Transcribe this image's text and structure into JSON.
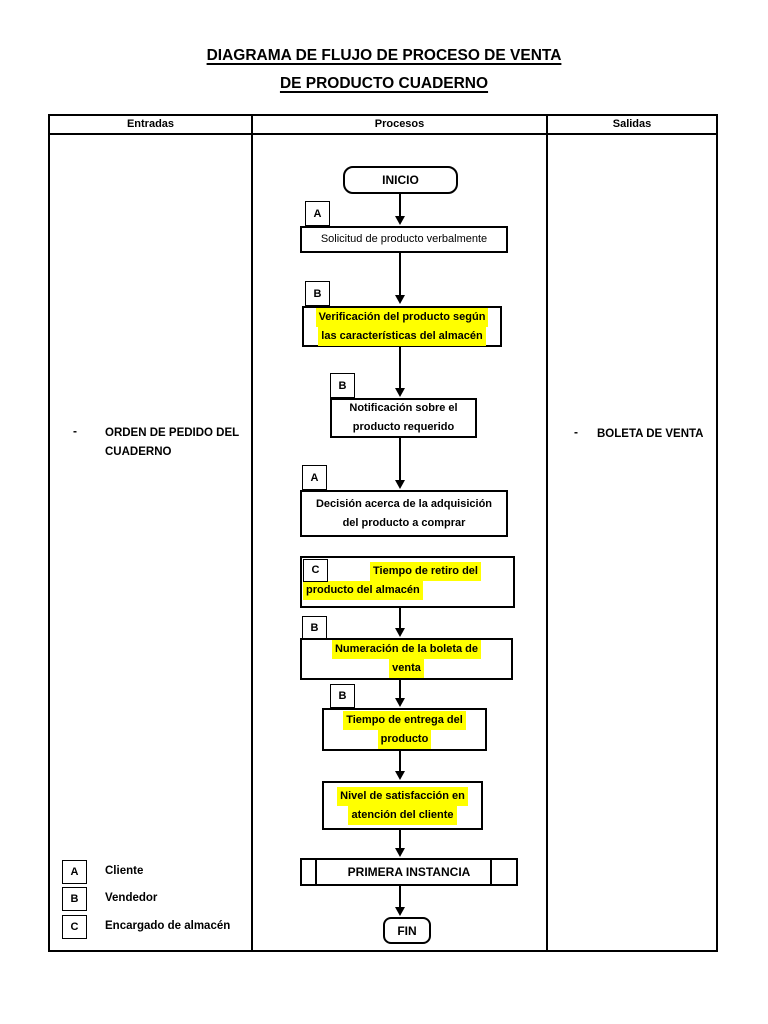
{
  "title": {
    "line1": "DIAGRAMA DE FLUJO DE PROCESO DE VENTA",
    "line2": "DE PRODUCTO CUADERNO"
  },
  "table": {
    "headers": [
      "Entradas",
      "Procesos",
      "Salidas"
    ]
  },
  "entradas": {
    "bullet": "-",
    "line1": "ORDEN DE PEDIDO DEL",
    "line2": "CUADERNO"
  },
  "salidas": {
    "bullet": "-",
    "text": "BOLETA DE VENTA"
  },
  "legend": [
    {
      "letter": "A",
      "label": "Cliente"
    },
    {
      "letter": "B",
      "label": "Vendedor"
    },
    {
      "letter": "C",
      "label": "Encargado de almacén"
    }
  ],
  "flow": {
    "start": "INICIO",
    "end": "FIN",
    "steps": [
      {
        "tag": "A",
        "highlight": false,
        "lines": [
          "Solicitud de producto verbalmente"
        ]
      },
      {
        "tag": "B",
        "highlight": true,
        "lines": [
          "Verificación del producto según",
          "las características del almacén"
        ]
      },
      {
        "tag": "B",
        "highlight": false,
        "lines": [
          "Notificación sobre el",
          "producto requerido"
        ]
      },
      {
        "tag": "A",
        "highlight": false,
        "lines": [
          "Decisión acerca de la adquisición",
          "del producto a comprar"
        ]
      },
      {
        "tag": "C",
        "highlight": true,
        "lines": [
          "Tiempo de retiro del",
          "producto del almacén"
        ]
      },
      {
        "tag": "B",
        "highlight": true,
        "lines": [
          "Numeración de la boleta de",
          "venta"
        ]
      },
      {
        "tag": "B",
        "highlight": true,
        "lines": [
          "Tiempo de entrega del",
          "producto"
        ]
      },
      {
        "tag": "",
        "highlight": true,
        "lines": [
          "Nivel de satisfacción en",
          "atención del cliente"
        ]
      },
      {
        "tag": "",
        "highlight": false,
        "shape": "predefined",
        "lines": [
          "PRIMERA INSTANCIA"
        ]
      }
    ]
  },
  "colors": {
    "highlight": "#ffff00",
    "line": "#000000",
    "background": "#ffffff"
  }
}
